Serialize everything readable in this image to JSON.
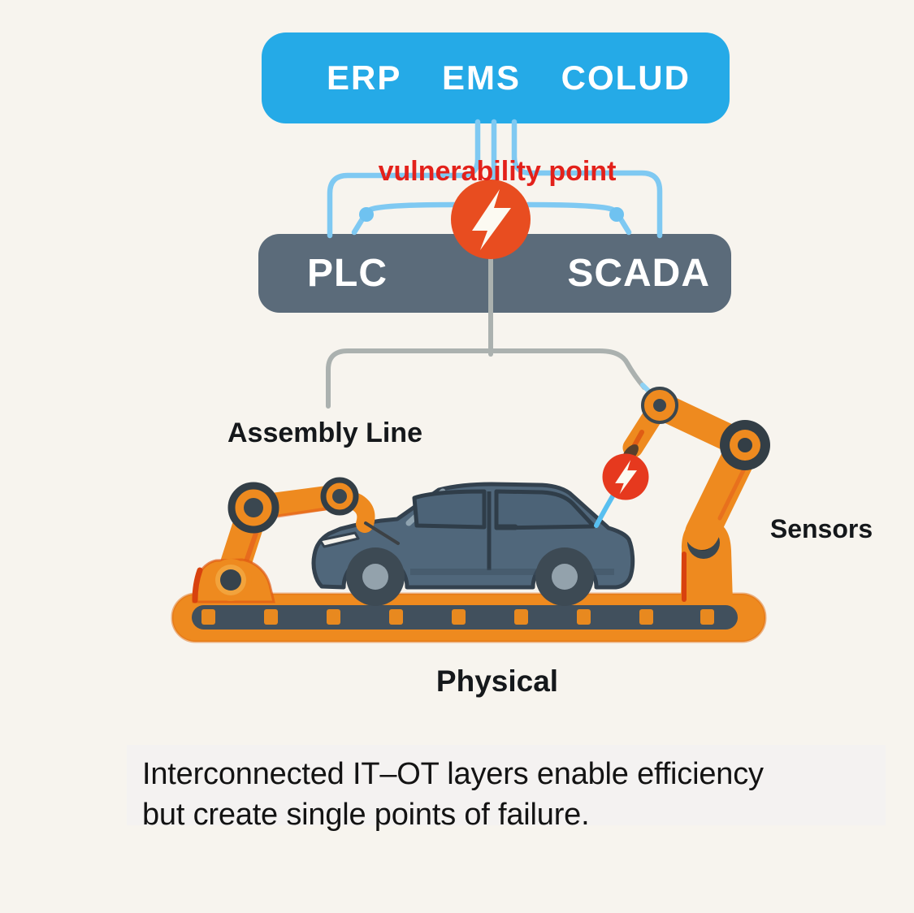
{
  "it_layer": {
    "labels": [
      "ERP",
      "EMS",
      "COLUD"
    ],
    "bg_color": "#25AAE7"
  },
  "ot_layer": {
    "labels": [
      "PLC",
      "SCADA"
    ],
    "bg_color": "#5B6B7A"
  },
  "vulnerability": {
    "label": "vulnerability point",
    "text_color": "#E3211B",
    "badge_color": "#E84D20",
    "icon": "lightning-icon"
  },
  "sensor_fault": {
    "badge_color": "#E6391E",
    "icon": "lightning-icon"
  },
  "scene_labels": {
    "assembly_line": "Assembly Line",
    "sensors": "Sensors",
    "physical": "Physical"
  },
  "caption": {
    "line1": "Interconnected IT–OT layers enable efficiency",
    "line2": "but create single points of failure."
  },
  "palette": {
    "background": "#F7F4EE",
    "connector_blue": "#7FC9F2",
    "connector_gray": "#ABB1AF",
    "machine_orange": "#EE8A1F",
    "machine_dark": "#3A4750",
    "car_body": "#50677B"
  }
}
